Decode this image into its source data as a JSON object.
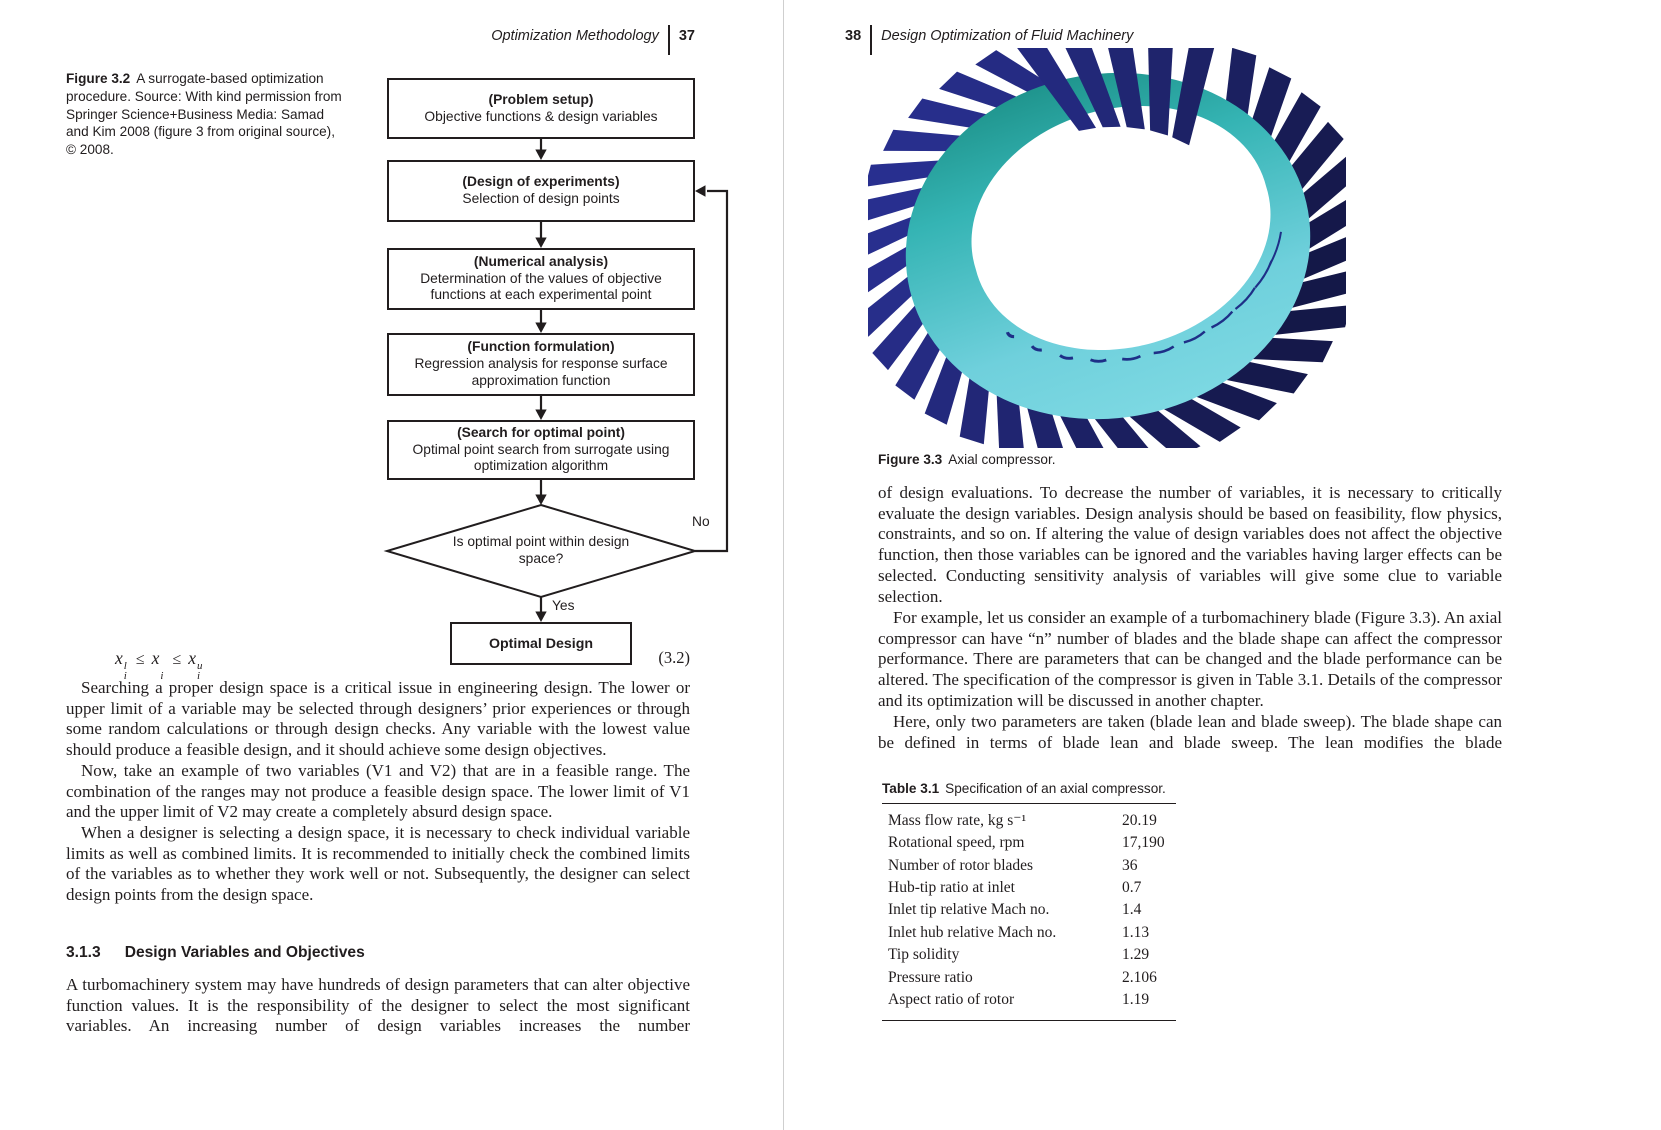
{
  "book": {
    "left_page": {
      "running_head": {
        "title": "Optimization Methodology",
        "page_number": "37"
      },
      "figure": {
        "label": "Figure 3.2",
        "caption": "A surrogate-based optimization procedure. Source: With kind permission from Springer Science+Business Media: Samad and Kim 2008 (figure 3 from original source), © 2008."
      },
      "flowchart": {
        "boxes": [
          {
            "title": "(Problem setup)",
            "body": "Objective functions & design variables"
          },
          {
            "title": "(Design of experiments)",
            "body": "Selection of design points"
          },
          {
            "title": "(Numerical analysis)",
            "body": "Determination of the values of objective functions at each experimental point"
          },
          {
            "title": "(Function formulation)",
            "body": "Regression analysis for response surface approximation function"
          },
          {
            "title": "(Search for optimal point)",
            "body": "Optimal point search from surrogate using optimization algorithm"
          }
        ],
        "decision": "Is optimal point within design space?",
        "no_label": "No",
        "yes_label": "Yes",
        "terminal": "Optimal Design"
      },
      "equation": {
        "var": "x",
        "sub": "i",
        "sup_lower": "l",
        "sup_upper": "u",
        "relation": "≤",
        "number": "(3.2)"
      },
      "paragraphs": [
        "Searching a proper design space is a critical issue in engineering design. The lower or upper limit of a variable may be selected through designers’ prior experiences or through some random calculations or through design checks. Any variable with the lowest value should produce a feasible design, and it should achieve some design objectives.",
        "Now, take an example of two variables (V1 and V2) that are in a feasible range. The combination of the ranges may not produce a feasible design space. The lower limit of V1 and the upper limit of V2 may create a completely absurd design space.",
        "When a designer is selecting a design space, it is necessary to check individual variable limits as well as combined limits. It is recommended to initially check the combined limits of the variables as to whether they work well or not. Subsequently, the designer can select design points from the design space.",
        "A turbomachinery system may have hundreds of design parameters that can alter objective function values. It is the responsibility of the designer to select the most significant variables. An increasing number of design variables increases the number"
      ],
      "section": {
        "number": "3.1.3",
        "title": "Design Variables and Objectives"
      }
    },
    "right_page": {
      "running_head": {
        "page_number": "38",
        "title": "Design Optimization of Fluid Machinery"
      },
      "figure": {
        "label": "Figure 3.3",
        "caption": "Axial compressor."
      },
      "paragraphs": [
        "of design evaluations. To decrease the number of variables, it is necessary to critically evaluate the design variables. Design analysis should be based on feasibility, flow physics, constraints, and so on. If altering the value of design variables does not affect the objective function, then those variables can be ignored and the variables having larger effects can be selected. Conducting sensitivity analysis of variables will give some clue to variable selection.",
        "For example, let us consider an example of a turbomachinery blade (Figure 3.3). An axial compressor can have “n” number of blades and the blade shape can affect the compressor performance. There are parameters that can be changed and the blade performance can be altered. The specification of the compressor is given in Table 3.1. Details of the compressor and its optimization will be discussed in another chapter.",
        "Here, only two parameters are taken (blade lean and blade sweep). The blade shape can be defined in terms of blade lean and blade sweep. The lean modifies the blade"
      ],
      "table": {
        "label": "Table 3.1",
        "caption": "Specification of an axial compressor.",
        "rows": [
          {
            "parameter": "Mass flow rate, kg s⁻¹",
            "value": "20.19"
          },
          {
            "parameter": "Rotational speed, rpm",
            "value": "17,190"
          },
          {
            "parameter": "Number of rotor blades",
            "value": "36"
          },
          {
            "parameter": "Hub-tip ratio at inlet",
            "value": "0.7"
          },
          {
            "parameter": "Inlet tip relative Mach no.",
            "value": "1.4"
          },
          {
            "parameter": "Inlet hub relative Mach no.",
            "value": "1.13"
          },
          {
            "parameter": "Tip solidity",
            "value": "1.29"
          },
          {
            "parameter": "Pressure ratio",
            "value": "2.106"
          },
          {
            "parameter": "Aspect ratio of rotor",
            "value": "1.19"
          }
        ]
      }
    },
    "colors": {
      "text": "#211d1e",
      "band_teal": "#1b9a93",
      "band_cyan": "#79d5e0",
      "blade_navy": "#2b3990",
      "blade_dark": "#1d2a7a"
    }
  }
}
